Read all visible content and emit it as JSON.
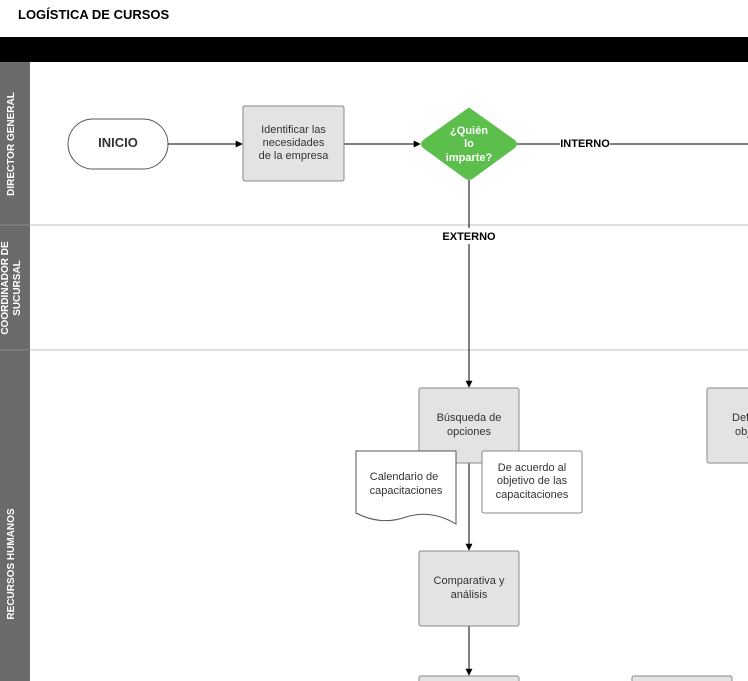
{
  "title": "LOGÍSTICA DE CURSOS",
  "colors": {
    "header_bar": "#000000",
    "lane_label_bg": "#6b6b6b",
    "process_fill": "#e3e3e3",
    "process_stroke": "#888888",
    "decision_fill": "#5cbf4c",
    "lane_divider": "#c0c0c0",
    "line": "#000000"
  },
  "lanes": [
    {
      "label": "DIRECTOR GENERAL"
    },
    {
      "label_line1": "COORDINADOR DE",
      "label_line2": "SUCURSAL"
    },
    {
      "label": "RECURSOS HUMANOS"
    }
  ],
  "nodes": {
    "inicio": {
      "label": "INICIO",
      "icon": "terminator-shape"
    },
    "identificar": {
      "lines": [
        "Identificar las",
        "necesidades",
        "de la empresa"
      ]
    },
    "decision": {
      "lines": [
        "¿Quién",
        "lo",
        "imparte?"
      ],
      "icon": "decision-diamond"
    },
    "busqueda": {
      "lines": [
        "Búsqueda de",
        "opciones"
      ]
    },
    "calendario": {
      "lines": [
        "Calendario de",
        "capacitaciones"
      ],
      "icon": "document-shape"
    },
    "acuerdo": {
      "lines": [
        "De acuerdo al",
        "objetivo de las",
        "capacitaciones"
      ]
    },
    "comparativa": {
      "lines": [
        "Comparativa y",
        "análisis"
      ]
    },
    "cut_box": {
      "lines": [
        "Def",
        "obj"
      ]
    }
  },
  "edges": {
    "interno": "INTERNO",
    "externo": "EXTERNO"
  }
}
